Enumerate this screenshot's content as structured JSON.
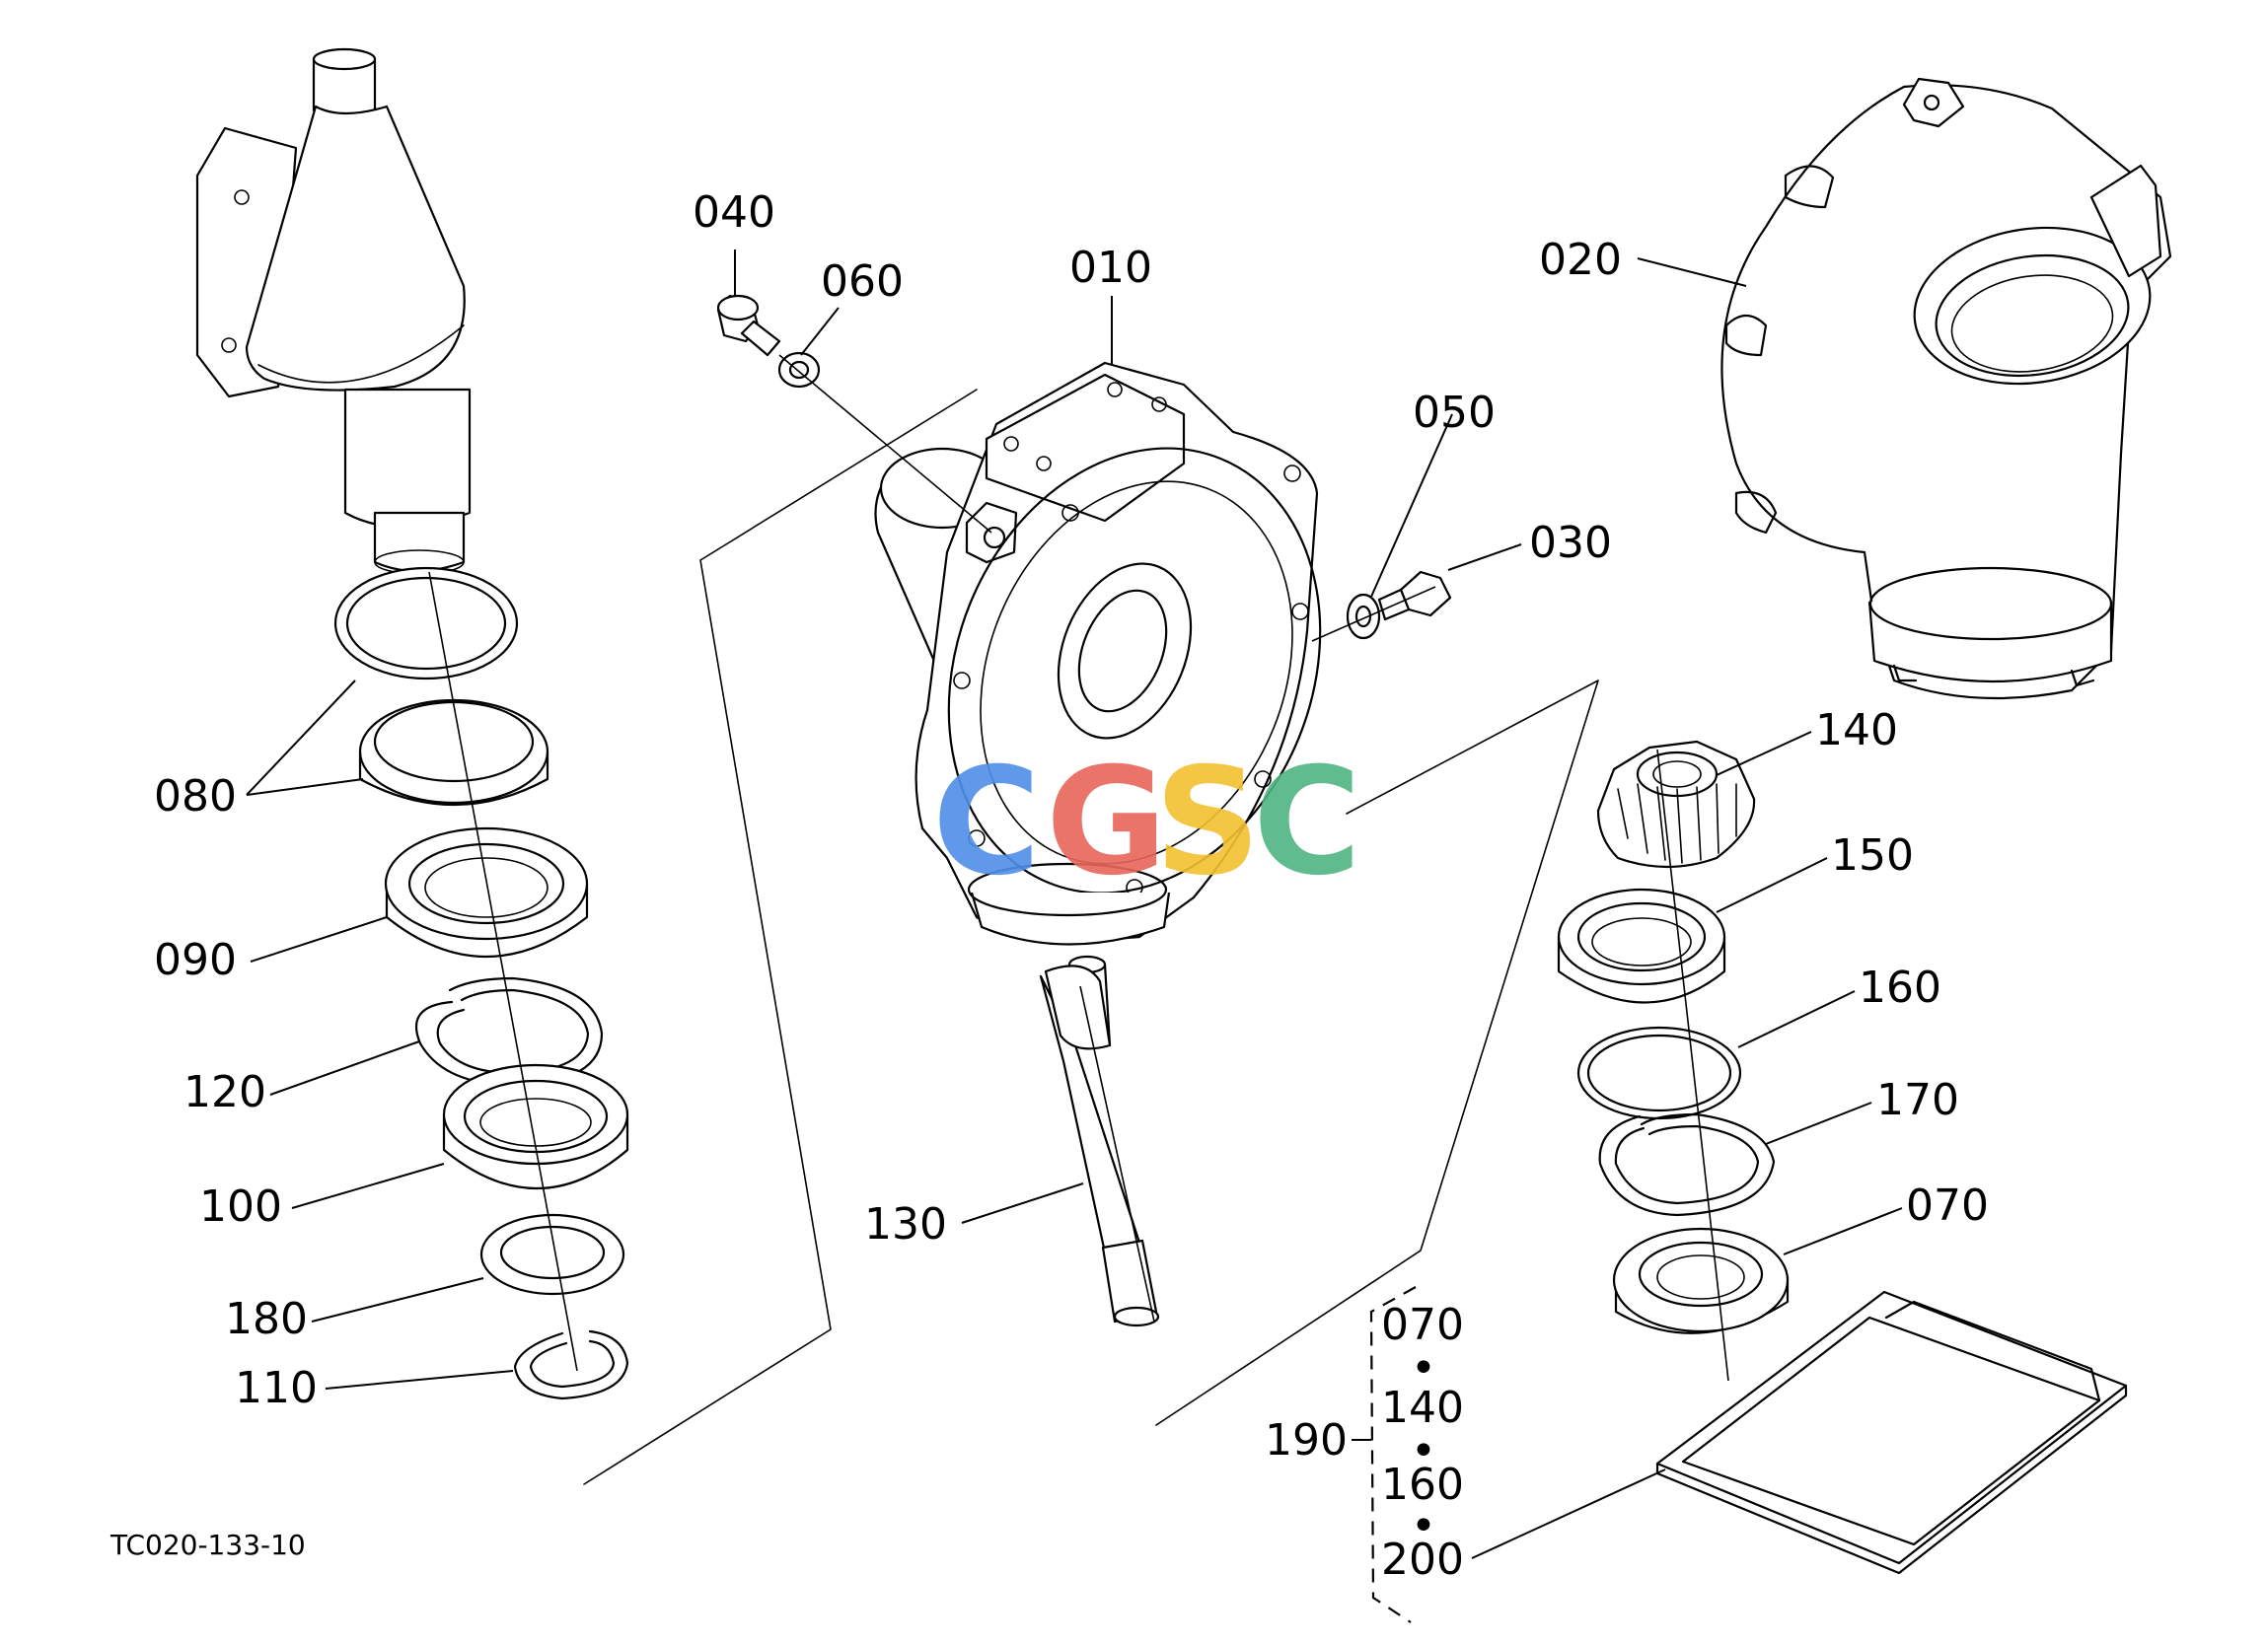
{
  "labels": {
    "p010": "010",
    "p020": "020",
    "p030": "030",
    "p040": "040",
    "p050": "050",
    "p060": "060",
    "p070": "070",
    "p080": "080",
    "p090": "090",
    "p100": "100",
    "p110": "110",
    "p120": "120",
    "p130": "130",
    "p140": "140",
    "p150": "150",
    "p160": "160",
    "p170": "170",
    "p180": "180",
    "p190": "190"
  },
  "kit": {
    "items": [
      "070",
      "140",
      "160",
      "200"
    ],
    "separator": "•"
  },
  "drawing_code": "TC020-133-10",
  "watermark": {
    "letters": [
      "C",
      "G",
      "S",
      "C"
    ],
    "colors": [
      "#4f8fe8",
      "#e8665a",
      "#f2c230",
      "#4fb482"
    ]
  }
}
